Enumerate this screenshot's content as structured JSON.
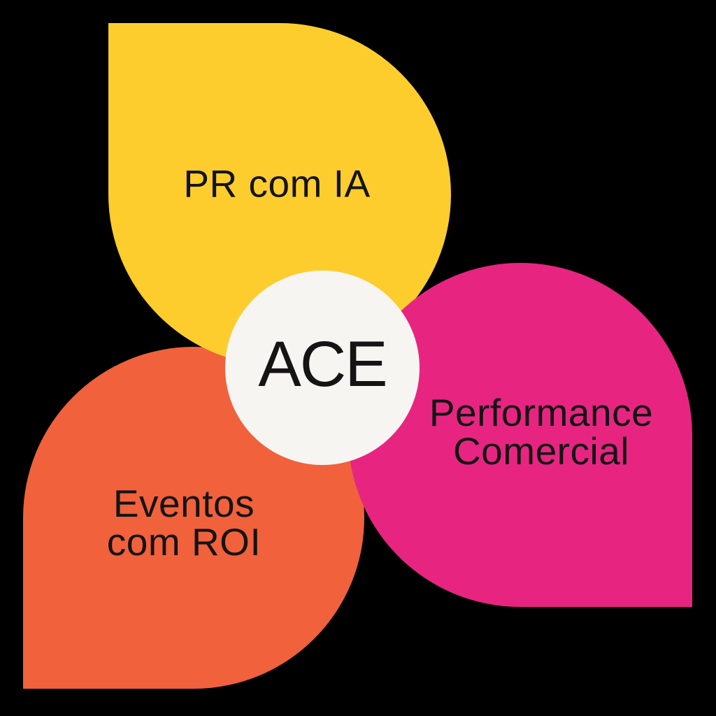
{
  "diagram": {
    "background_color": "#000000",
    "text_color": "#141414",
    "center": {
      "label": "ACE",
      "circle_color": "#F6F5F2",
      "text_color": "#141414"
    },
    "petals": [
      {
        "id": "pr-com-ia",
        "label": "PR com IA",
        "color": "#FDCD2E"
      },
      {
        "id": "eventos-com-roi",
        "label": "Eventos\ncom ROI",
        "color": "#F0613C"
      },
      {
        "id": "performance-comercial",
        "label": "Performance\nComercial",
        "color": "#E72581"
      }
    ]
  }
}
